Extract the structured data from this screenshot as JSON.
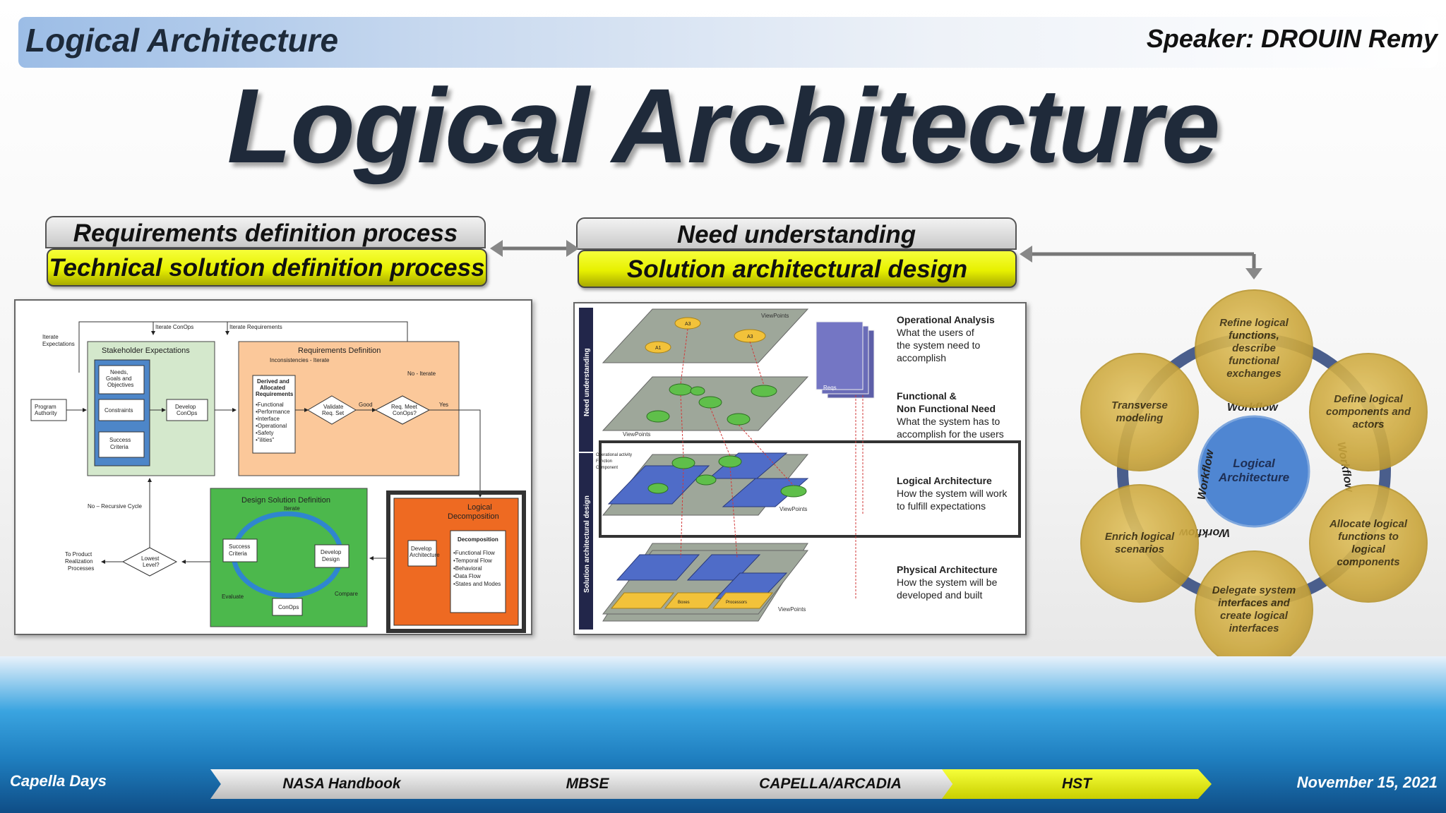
{
  "header": {
    "title": "Logical Architecture",
    "speaker": "Speaker: DROUIN Remy"
  },
  "main_title": "Logical Architecture",
  "left_tabs": {
    "gray": "Requirements definition process",
    "yellow": "Technical solution definition process"
  },
  "mid_tabs": {
    "gray": "Need understanding",
    "yellow": "Solution architectural design"
  },
  "nasa_diagram": {
    "iterate_conops": "Iterate ConOps",
    "iterate_requirements": "Iterate Requirements",
    "iterate_expectations": "Iterate\nExpectations",
    "stakeholder_title": "Stakeholder Expectations",
    "needs": "Needs,\nGoals and\nObjectives",
    "constraints": "Constraints",
    "success_criteria": "Success\nCriteria",
    "develop_conops": "Develop\nConOps",
    "program_authority": "Program\nAuthority",
    "requirements_title": "Requirements Definition",
    "inconsistencies": "Inconsistencies - Iterate",
    "derived": "Derived and\nAllocated\nRequirements",
    "req_list": [
      "Functional",
      "Performance",
      "Interface",
      "Operational",
      "Safety",
      "\"ilities\""
    ],
    "validate": "Validate\nReq. Set",
    "good": "Good",
    "req_meet": "Req. Meet\nConOps?",
    "no_iterate": "No - Iterate",
    "yes": "Yes",
    "logical_decomposition": "Logical\nDecomposition",
    "decomposition": "Decomposition",
    "decomp_list": [
      "Functional Flow",
      "Temporal Flow",
      "Behavioral",
      "Data Flow",
      "States and Modes"
    ],
    "develop_architecture": "Develop\nArchitecture",
    "design_title": "Design Solution Definition",
    "iterate": "Iterate",
    "success_criteria2": "Success\nCriteria",
    "develop_design": "Develop\nDesign",
    "conops": "ConOps",
    "evaluate": "Evaluate",
    "compare": "Compare",
    "no_recursive": "No – Recursive Cycle",
    "lowest_level": "Lowest\nLevel?",
    "to_product": "To Product\nRealization\nProcesses"
  },
  "arcadia_diagram": {
    "need_understanding": "Need understanding",
    "solution_design": "Solution architectural design",
    "viewpoints": "ViewPoints",
    "reqs": "Reqs",
    "legend": [
      "Operational activity",
      "Function",
      "Component"
    ],
    "boxes": "Boxes",
    "processors": "Processors",
    "layers": [
      {
        "title": "Operational Analysis",
        "desc": "What the users of\nthe system need to\naccomplish"
      },
      {
        "title": "Functional &\nNon Functional Need",
        "desc": "What the system has to\naccomplish for the users"
      },
      {
        "title": "Logical Architecture",
        "desc": "How the system will work\nto fulfill expectations"
      },
      {
        "title": "Physical Architecture",
        "desc": "How the system will be\ndeveloped and built"
      }
    ]
  },
  "workflow": {
    "center": "Logical\nArchitecture",
    "ring_label": "Workflow",
    "petals": [
      "Refine logical functions, describe functional exchanges",
      "Define logical components and actors",
      "Allocate logical functions to logical components",
      "Delegate system interfaces and create logical interfaces",
      "Enrich logical scenarios",
      "Transverse modeling"
    ]
  },
  "footer": {
    "left": "Capella Days",
    "right": "November 15, 2021",
    "steps": [
      "NASA Handbook",
      "MBSE",
      "CAPELLA/ARCADIA",
      "HST"
    ]
  },
  "colors": {
    "highlight": "#e7f000",
    "workflow_gold": "#caa53a",
    "workflow_ring": "#4a5e8c",
    "green": "#4cb84c",
    "orange": "#ee6a22"
  }
}
